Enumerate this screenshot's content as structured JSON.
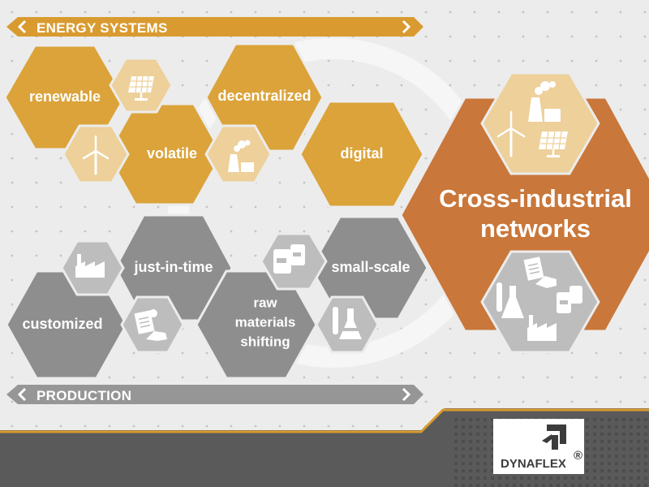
{
  "banners": {
    "energy_label": "ENERGY SYSTEMS",
    "production_label": "PRODUCTION"
  },
  "energy": {
    "renewable": "renewable",
    "volatile": "volatile",
    "decentralized": "decentralized",
    "digital": "digital"
  },
  "production": {
    "just_in_time": "just-in-time",
    "customized": "customized",
    "small_scale": "small-scale",
    "raw_materials_shifting": [
      "raw",
      "materials",
      "shifting"
    ]
  },
  "network": {
    "title_lines": [
      "Cross-industrial",
      "networks"
    ]
  },
  "brand": {
    "name": "DYNAFLEX",
    "registered": "®"
  },
  "icons": {
    "solar": "solar-panel-icon",
    "wind": "wind-turbine-icon",
    "power_plant": "power-plant-icon",
    "factory": "factory-icon",
    "bags": "material-bags-icon",
    "documents": "documents-icon",
    "flasks": "lab-flasks-icon"
  },
  "colors": {
    "energy_hex": "#dba33a",
    "energy_icon_hex": "#edd09a",
    "production_hex": "#8e8e8e",
    "production_icon_hex": "#bdbdbd",
    "network_hex": "#c9773a",
    "footer": "#5a5a5a",
    "accent_orange": "#d99b2f"
  }
}
